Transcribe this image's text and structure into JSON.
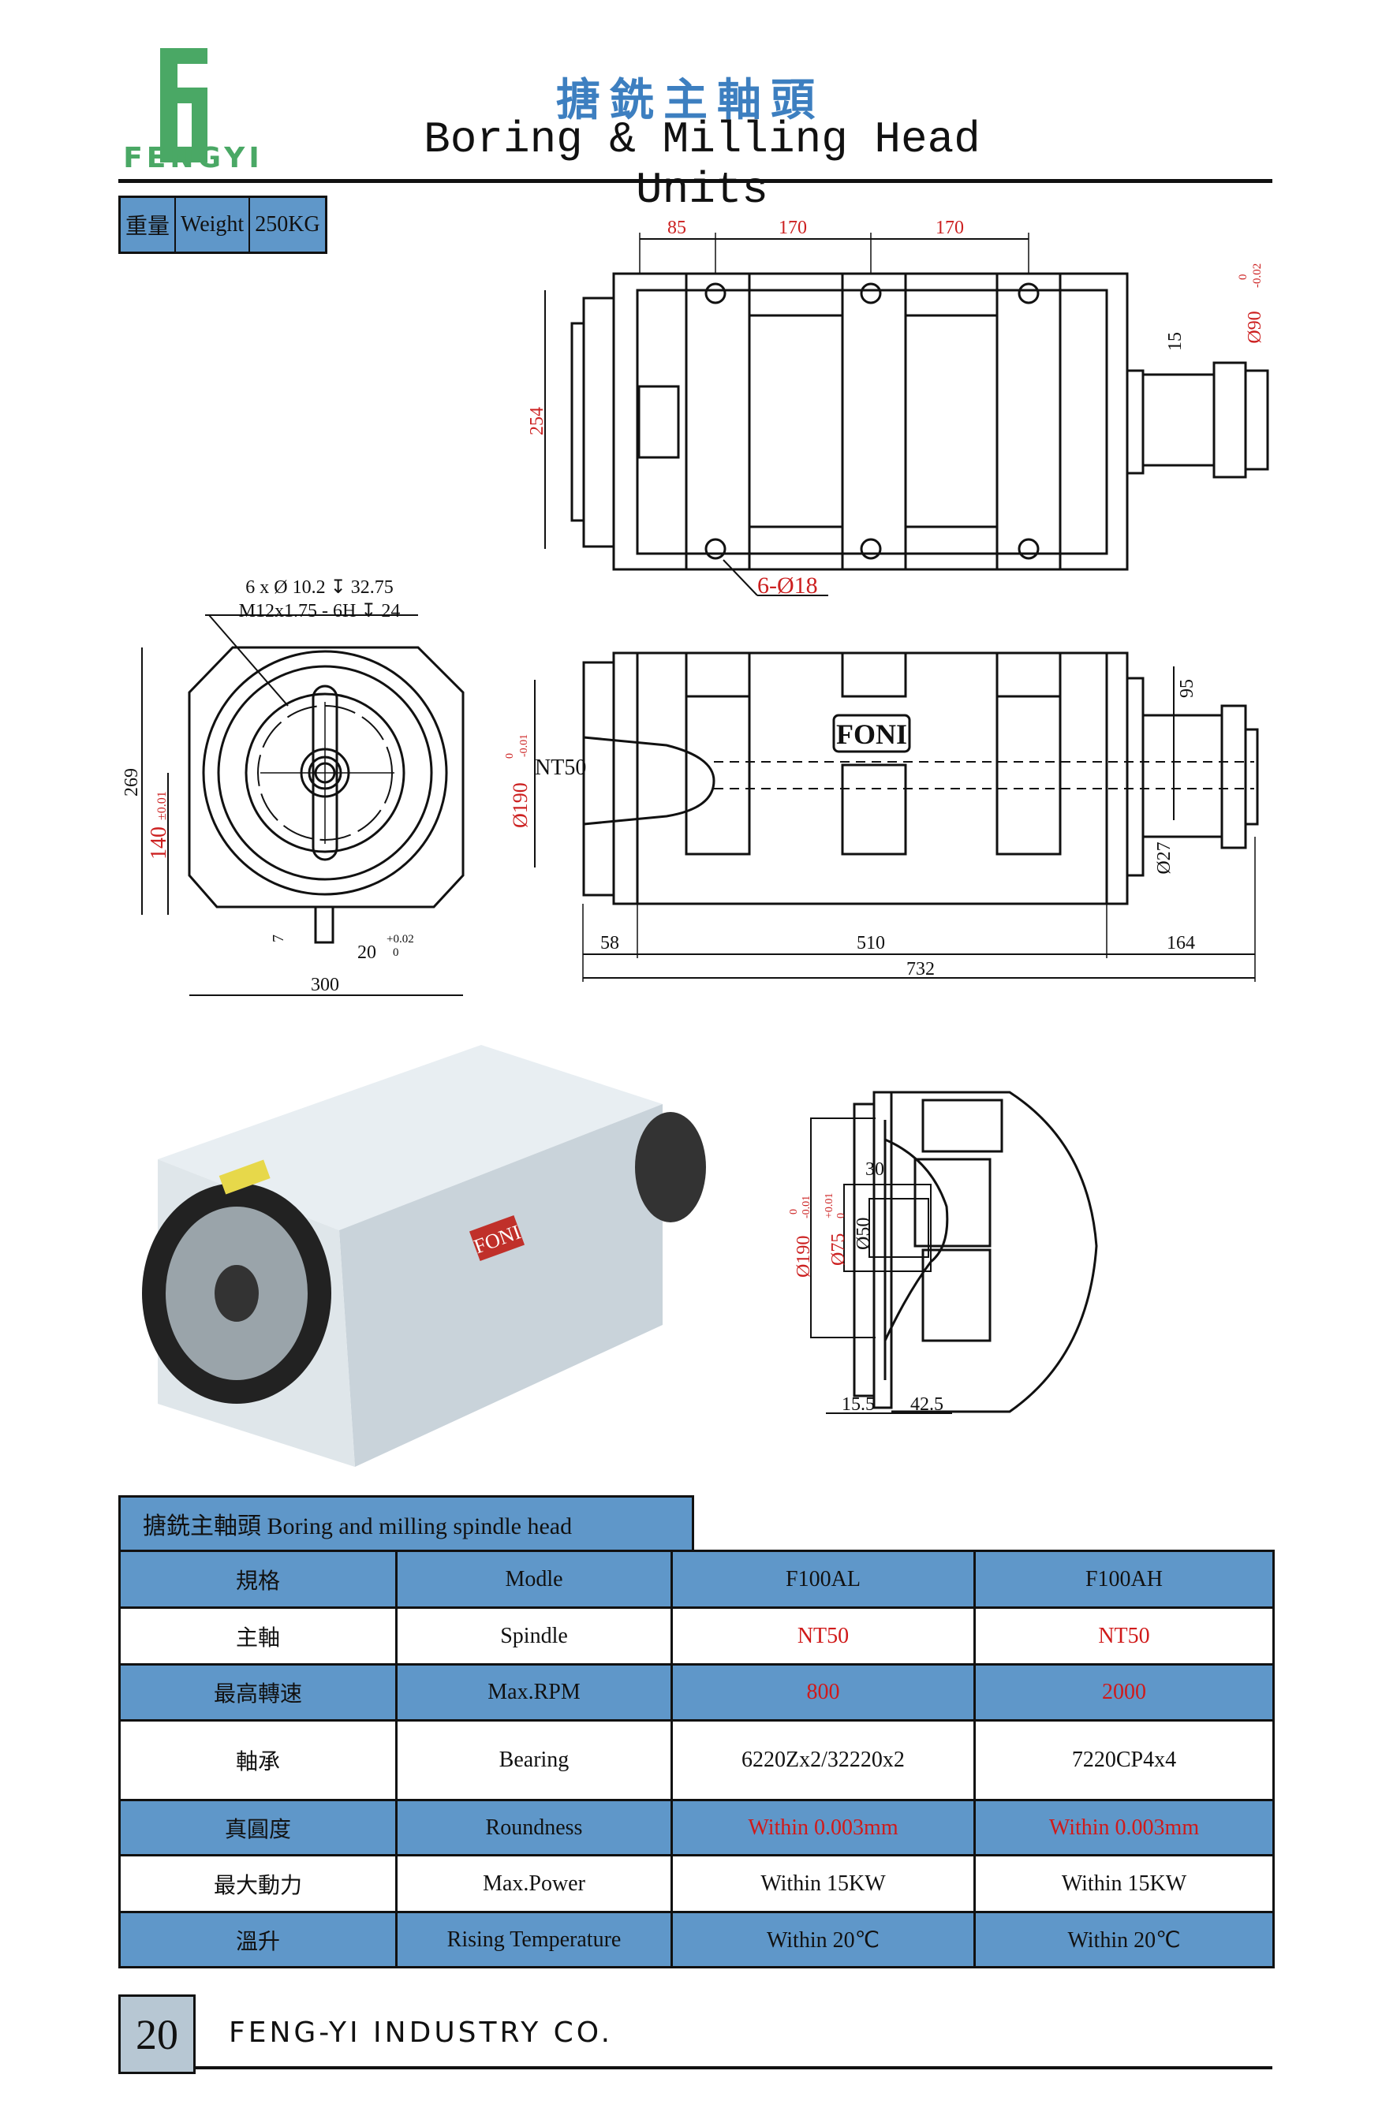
{
  "header": {
    "logo_text": "FENGYI",
    "title_cn": "搪銑主軸頭",
    "title_en": "Boring & Milling Head Units"
  },
  "weight": {
    "label_cn": "重量",
    "label_en": "Weight",
    "value": "250KG"
  },
  "drawing": {
    "top_view": {
      "dim_a": "85",
      "dim_b": "170",
      "dim_c": "170",
      "height": "254",
      "key": "15",
      "shaft_dia": "Ø90",
      "shaft_tol_up": "0",
      "shaft_tol_low": "-0.02",
      "holes": "6-Ø18"
    },
    "front_view": {
      "note1": "6 x Ø 10.2 ↧ 32.75",
      "note2": "M12x1.75 - 6H ↧ 24",
      "height": "269",
      "center_height": "140",
      "center_tol": "±0.01",
      "key_depth": "7",
      "key_width": "20",
      "key_tol_up": "+0.02",
      "key_tol_low": "0",
      "width": "300"
    },
    "side_view": {
      "taper": "NT50",
      "dia": "Ø190",
      "dia_tol_up": "0",
      "dia_tol_low": "-0.01",
      "brand": "FONI",
      "shaft_len": "95",
      "shaft_dia": "Ø27",
      "d1": "58",
      "d2": "510",
      "d3": "164",
      "total": "732"
    },
    "section_view": {
      "depth": "30",
      "dia190": "Ø190",
      "dia190_tol_up": "0",
      "dia190_tol_low": "-0.01",
      "dia75": "Ø75",
      "dia75_tol_up": "+0.01",
      "dia75_tol_low": "0",
      "dia50": "Ø50",
      "d1": "15.5",
      "d2": "42.5"
    },
    "render_brand": "FONI"
  },
  "spec_table": {
    "title": "搪銑主軸頭 Boring and milling spindle head",
    "rows": [
      {
        "cn": "規格",
        "en": "Modle",
        "a": "F100AL",
        "b": "F100AH"
      },
      {
        "cn": "主軸",
        "en": "Spindle",
        "a": "NT50",
        "b": "NT50"
      },
      {
        "cn": "最高轉速",
        "en": "Max.RPM",
        "a": "800",
        "b": "2000"
      },
      {
        "cn": "軸承",
        "en": "Bearing",
        "a": "6220Zx2/32220x2",
        "b": "7220CP4x4"
      },
      {
        "cn": "真圓度",
        "en": "Roundness",
        "a": "Within 0.003mm",
        "b": "Within 0.003mm"
      },
      {
        "cn": "最大動力",
        "en": "Max.Power",
        "a": "Within 15KW",
        "b": "Within 15KW"
      },
      {
        "cn": "溫升",
        "en": "Rising Temperature",
        "a": "Within 20℃",
        "b": "Within 20℃"
      }
    ]
  },
  "footer": {
    "page": "20",
    "company": "FENG-YI INDUSTRY CO."
  },
  "colors": {
    "accent_blue": "#5f97c9",
    "logo_green": "#4aa865",
    "value_red": "#d01a1a"
  }
}
